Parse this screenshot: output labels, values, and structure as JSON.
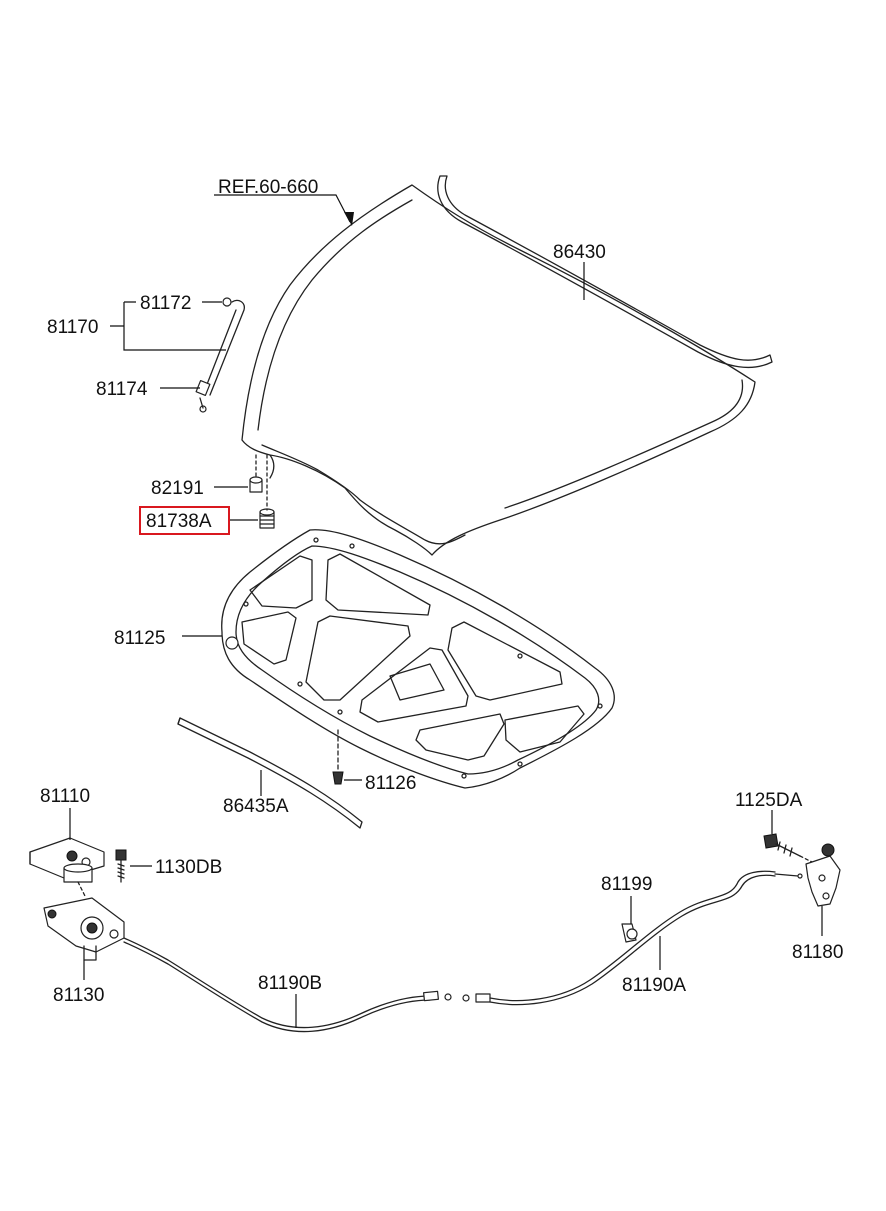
{
  "labels": {
    "ref": "REF.60-660",
    "hood_panel": "86430",
    "stay_clip": "81172",
    "hood_stay": "81170",
    "stay_grommet": "81174",
    "bumper_stopper": "82191",
    "bumper_rubber": "81738A",
    "insulator": "81125",
    "insulator_clip": "81126",
    "weatherstrip": "86435A",
    "latch_upper": "81110",
    "latch_bolt": "1130DB",
    "latch_assy": "81130",
    "cable_b": "81190B",
    "cable_clip": "81199",
    "release_bolt": "1125DA",
    "cable_a": "81190A",
    "release_handle": "81180"
  },
  "highlight": {
    "part": "81738A",
    "color": "#d9181f"
  }
}
